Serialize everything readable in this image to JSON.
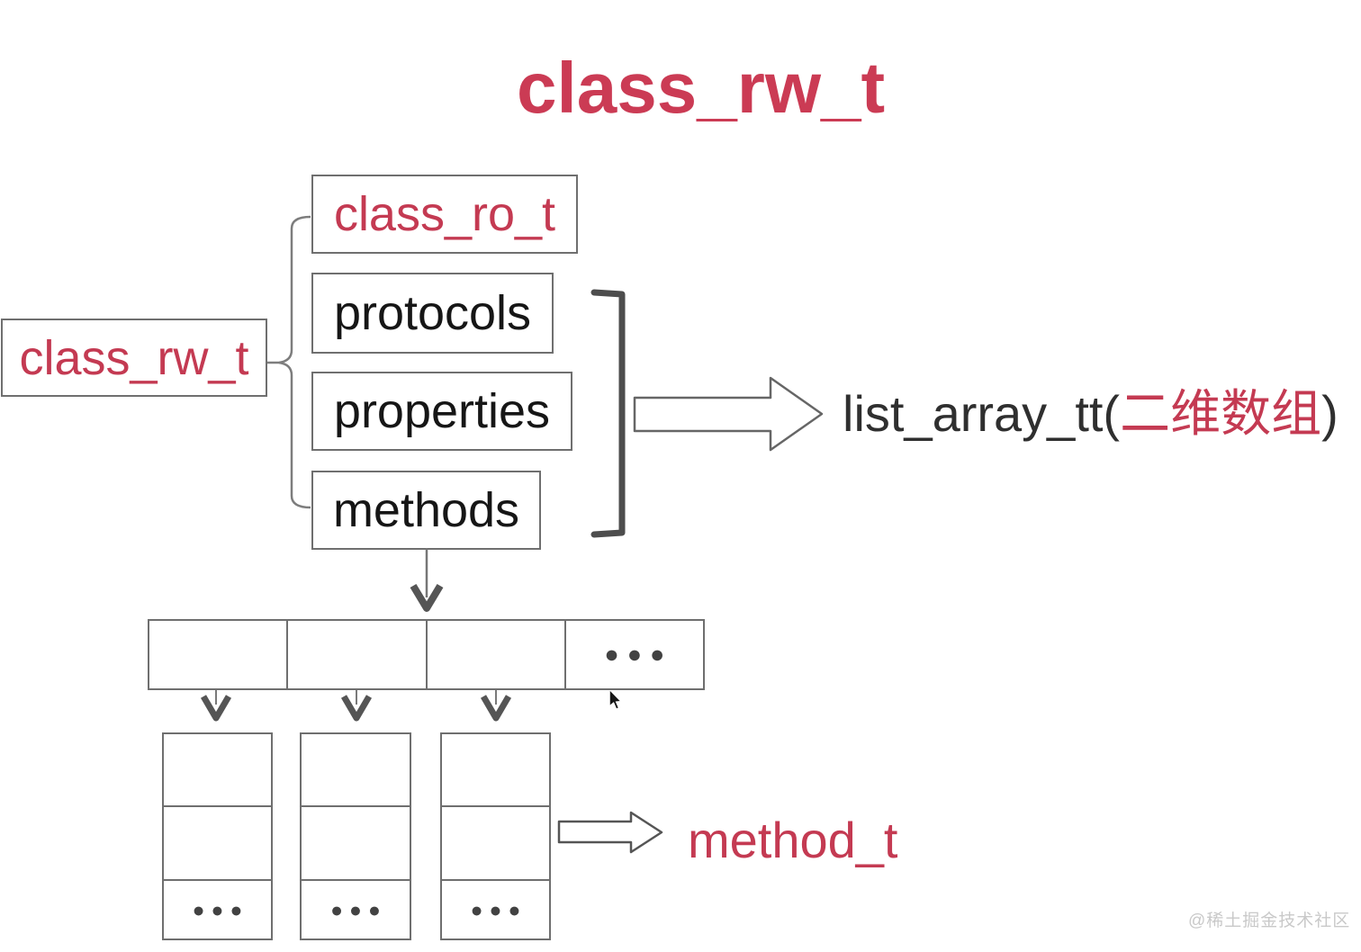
{
  "title": "class_rw_t",
  "left_box": {
    "label": "class_rw_t"
  },
  "stack": [
    {
      "label": "class_ro_t"
    },
    {
      "label": "protocols"
    },
    {
      "label": "properties"
    },
    {
      "label": "methods"
    }
  ],
  "list_array_annotation": {
    "prefix": "list_array_tt(",
    "highlight": "二维数组",
    "suffix": ")"
  },
  "method_annotation": {
    "label": "method_t"
  },
  "ellipsis": "●●●",
  "watermark": "@稀土掘金技术社区",
  "icons": {
    "right_arrow": "hollow-right-arrow",
    "down_arrow": "chevron-down-arrow",
    "left_connector": "curly-brace",
    "right_connector": "square-bracket",
    "cursor": "mouse-pointer"
  },
  "colors": {
    "title_red": "#cb3b54",
    "accent_red": "#c43a52",
    "text_black": "#161616",
    "annotation_gray": "#2f2f2f",
    "box_border": "#6f6f6f",
    "connector_gray": "#7d7d7d",
    "bracket_dark": "#4d4d4d",
    "dots_gray": "#424242",
    "watermark_gray": "#c9c9c9",
    "background": "#ffffff"
  }
}
